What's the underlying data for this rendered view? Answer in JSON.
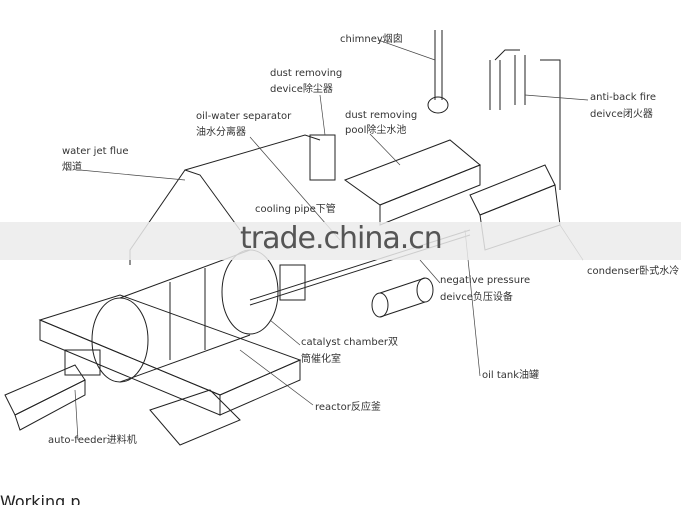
{
  "labels": {
    "chimney": "chimney烟囱",
    "dust_device_1": "dust removing",
    "dust_device_2": "device除尘器",
    "separator_1": "oil-water separator",
    "separator_2": "油水分离器",
    "dust_pool_1": "dust removing",
    "dust_pool_2": "pool除尘水池",
    "antiback_1": "anti-back fire",
    "antiback_2": "deivce闭火器",
    "flue_1": "water jet flue",
    "flue_2": "烟道",
    "cooling": "cooling pipe下管",
    "condenser": "condenser卧式水冷",
    "negative_1": "negative pressure",
    "negative_2": "deivce负压设备",
    "catalyst_1": "catalyst chamber双",
    "catalyst_2": "筒催化室",
    "oil_tank": "oil tank油罐",
    "reactor": "reactor反应釜",
    "feeder": "auto-feeder进料机"
  },
  "watermark": "trade.china.cn",
  "footer": "Working p"
}
